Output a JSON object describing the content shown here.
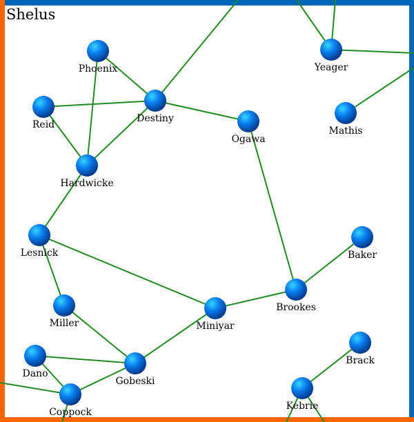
{
  "region": {
    "title": "Shelus"
  },
  "colors": {
    "node": "#0a7ff0",
    "edge": "#1f8a1f",
    "border_blue": "#0066b8",
    "border_orange": "#ff6600"
  },
  "systems": [
    {
      "id": "phoenix",
      "name": "Phoenix"
    },
    {
      "id": "destiny",
      "name": "Destiny"
    },
    {
      "id": "reid",
      "name": "Reid"
    },
    {
      "id": "hardwicke",
      "name": "Hardwicke"
    },
    {
      "id": "ogawa",
      "name": "Ogawa"
    },
    {
      "id": "yeager",
      "name": "Yeager"
    },
    {
      "id": "mathis",
      "name": "Mathis"
    },
    {
      "id": "lesnick",
      "name": "Lesnick"
    },
    {
      "id": "miller",
      "name": "Miller"
    },
    {
      "id": "miniyar",
      "name": "Miniyar"
    },
    {
      "id": "brookes",
      "name": "Brookes"
    },
    {
      "id": "baker",
      "name": "Baker"
    },
    {
      "id": "dano",
      "name": "Dano"
    },
    {
      "id": "gobeski",
      "name": "Gobeski"
    },
    {
      "id": "coppock",
      "name": "Coppock"
    },
    {
      "id": "brack",
      "name": "Brack"
    },
    {
      "id": "kebrie",
      "name": "Kebrie"
    }
  ],
  "connections": [
    [
      "phoenix",
      "destiny"
    ],
    [
      "phoenix",
      "hardwicke"
    ],
    [
      "reid",
      "destiny"
    ],
    [
      "reid",
      "hardwicke"
    ],
    [
      "hardwicke",
      "destiny"
    ],
    [
      "destiny",
      "ogawa"
    ],
    [
      "ogawa",
      "brookes"
    ],
    [
      "hardwicke",
      "lesnick"
    ],
    [
      "lesnick",
      "miller"
    ],
    [
      "lesnick",
      "miniyar"
    ],
    [
      "miller",
      "gobeski"
    ],
    [
      "miniyar",
      "gobeski"
    ],
    [
      "miniyar",
      "brookes"
    ],
    [
      "brookes",
      "baker"
    ],
    [
      "dano",
      "gobeski"
    ],
    [
      "dano",
      "coppock"
    ],
    [
      "coppock",
      "gobeski"
    ],
    [
      "brack",
      "kebrie"
    ],
    [
      "destiny",
      "ext-n1"
    ],
    [
      "yeager",
      "ext-n2"
    ],
    [
      "yeager",
      "ext-n3"
    ],
    [
      "yeager",
      "ext-e1"
    ],
    [
      "mathis",
      "ext-e2"
    ],
    [
      "coppock",
      "ext-w1"
    ],
    [
      "coppock",
      "ext-s1"
    ],
    [
      "kebrie",
      "ext-s2"
    ],
    [
      "kebrie",
      "ext-s3"
    ]
  ]
}
